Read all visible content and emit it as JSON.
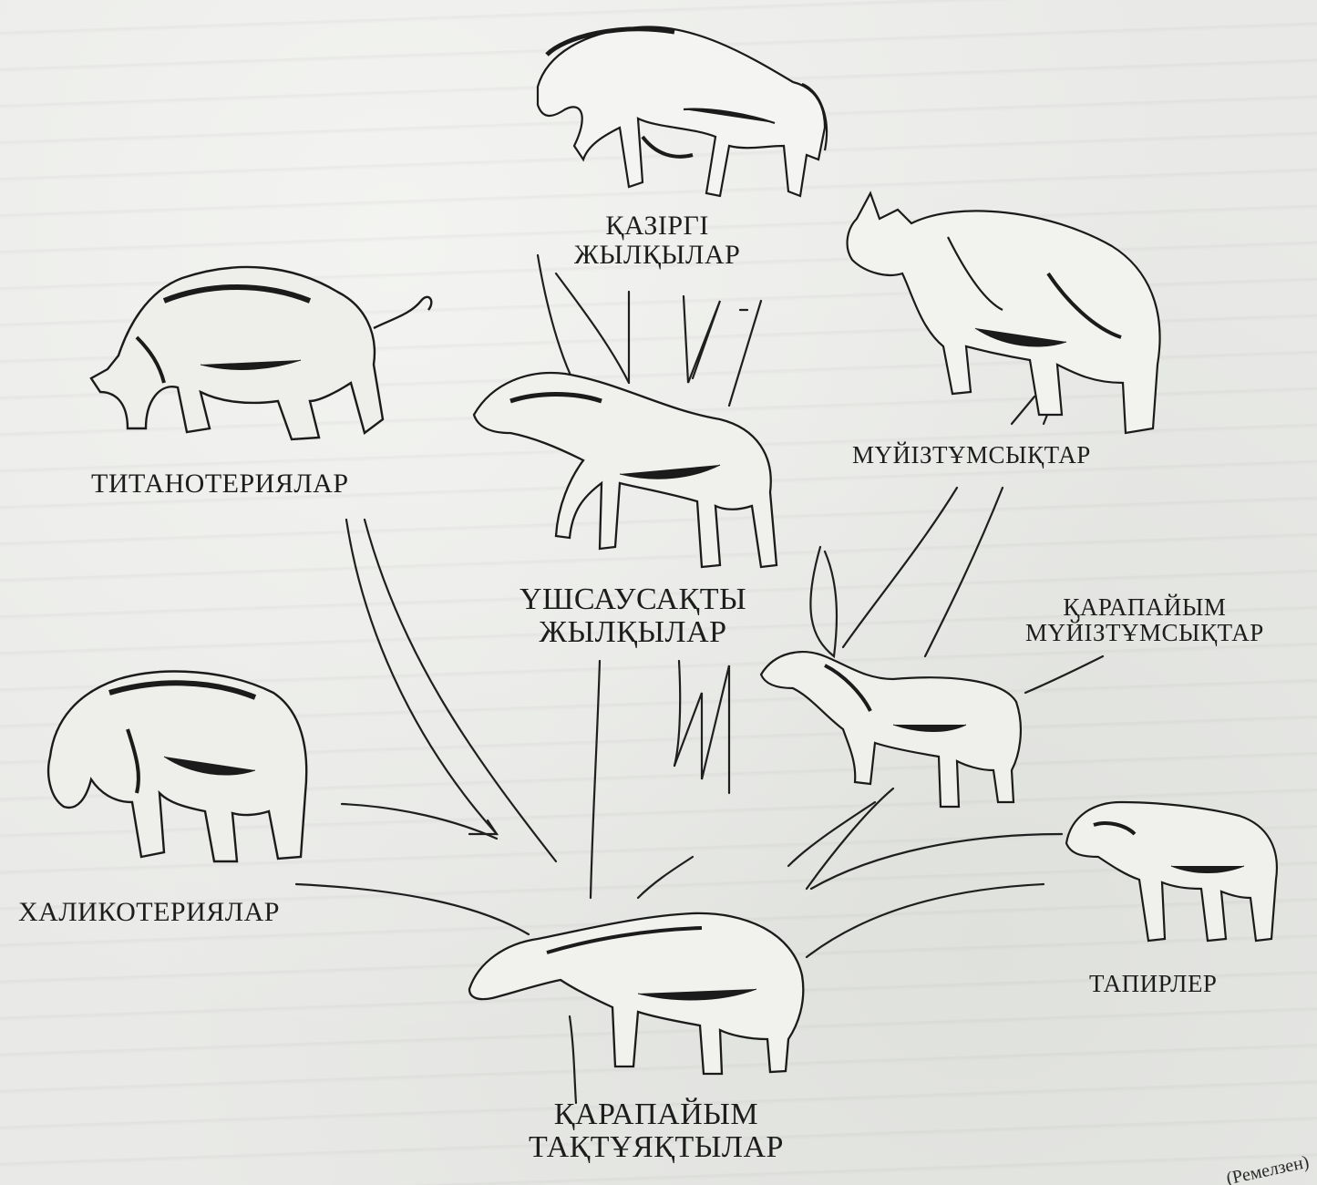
{
  "labels": {
    "modern_horses": [
      "ҚАЗІРГІ",
      "ЖЫЛҚЫЛАР"
    ],
    "rhinoceroses": "МҮЙІЗТҰМСЫҚТАР",
    "titanotheres": "ТИТАНОТЕРИЯЛАР",
    "three_toed_horses": [
      "ҮШСАУСАҚТЫ",
      "ЖЫЛҚЫЛАР"
    ],
    "primitive_rhinoceroses": [
      "ҚАРАПАЙЫМ",
      "МҮЙІЗТҰМСЫҚТАР"
    ],
    "chalicotheres": "ХАЛИКОТЕРИЯЛАР",
    "tapirs": "ТАПИРЛЕР",
    "primitive_ungulates": [
      "ҚАРАПАЙЫМ",
      "ТАҚТҰЯҚТЫЛАР"
    ]
  },
  "corner_note": "(Ремелзен)",
  "colors": {
    "paper": "#e9eae7",
    "ink": "#1d1d1d"
  }
}
